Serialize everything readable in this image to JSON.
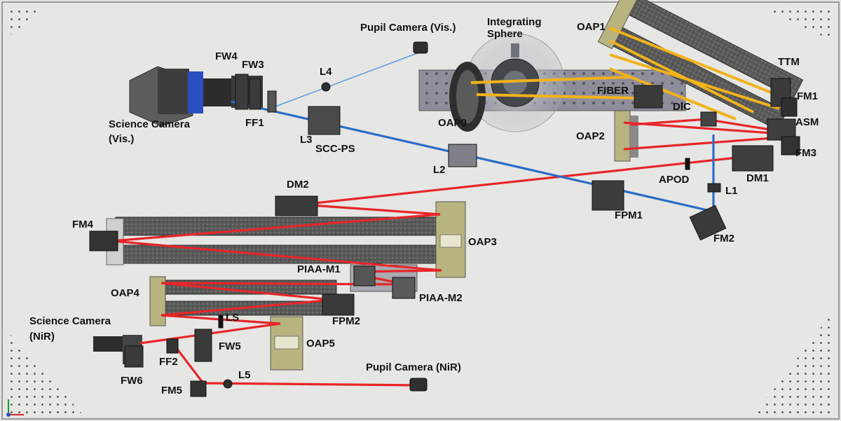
{
  "colors": {
    "background": "#e6e6e4",
    "beam_red": "#e8262a",
    "beam_blue": "#2a6fc7",
    "beam_yellow": "#f2b21b",
    "optic_olive": "#b7b47f",
    "mount_dark": "#2c2c2c",
    "axis_x": "#d22222",
    "axis_y": "#1a9a2a",
    "axis_z": "#2255cc"
  },
  "labels": {
    "pupil_camera_vis": "Pupil Camera (Vis.)",
    "integrating": "Integrating",
    "sphere": "Sphere",
    "oap1": "OAP1",
    "ttm": "TTM",
    "fw4": "FW4",
    "fw3": "FW3",
    "l4": "L4",
    "fiber": "FIBER",
    "fm1": "FM1",
    "dic": "DIC",
    "asm": "ASM",
    "science_camera_vis_1": "Science Camera",
    "science_camera_vis_2": "(Vis.)",
    "ff1": "FF1",
    "oap0": "OAP0",
    "oap2": "OAP2",
    "fm3": "FM3",
    "l3": "L3",
    "scc_ps": "SCC-PS",
    "l2": "L2",
    "apod": "APOD",
    "dm1": "DM1",
    "l1": "L1",
    "dm2": "DM2",
    "fpm1": "FPM1",
    "fm4": "FM4",
    "oap3": "OAP3",
    "fm2": "FM2",
    "piaa_m1": "PIAA-M1",
    "oap4": "OAP4",
    "piaa_m2": "PIAA-M2",
    "science_camera_nir_1": "Science Camera",
    "science_camera_nir_2": "(NiR)",
    "ls": "LS",
    "fpm2": "FPM2",
    "fw5": "FW5",
    "oap5": "OAP5",
    "ff2": "FF2",
    "pupil_camera_nir": "Pupil Camera (NiR)",
    "fw6": "FW6",
    "l5": "L5",
    "fm5": "FM5"
  }
}
